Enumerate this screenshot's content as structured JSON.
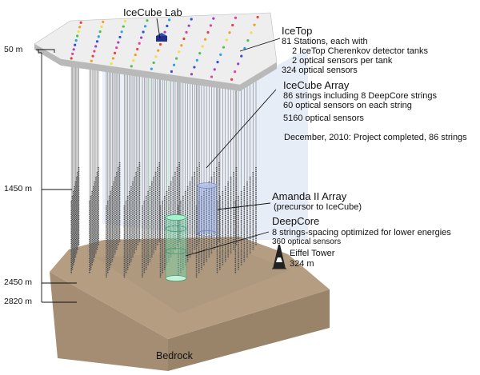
{
  "colors": {
    "ice_volume": "#d5e0f2",
    "surface_top": "#ededed",
    "surface_side": "#b9b9b9",
    "bedrock_top": "#b39b80",
    "bedrock_side": "#9f8a70",
    "string_color": "#555555",
    "deepcore_color": "#7fe0b0",
    "amanda_color": "#8a9fd8",
    "leader_line": "#111111"
  },
  "labels": {
    "icecube_lab": "IceCube Lab",
    "icetop_title": "IceTop",
    "icetop_lines": [
      "81 Stations, each with",
      "2 IceTop Cherenkov detector tanks",
      "2 optical sensors per tank",
      "324 optical sensors"
    ],
    "array_title": "IceCube Array",
    "array_lines": [
      "86 strings including 8 DeepCore strings",
      "60 optical sensors on each string",
      "5160 optical sensors"
    ],
    "completion_note": "December, 2010: Project completed, 86 strings",
    "amanda_title": "Amanda II Array",
    "amanda_sub": "(precursor to IceCube)",
    "deepcore_title": "DeepCore",
    "deepcore_lines": [
      "8 strings-spacing optimized for lower energies",
      "360 optical sensors"
    ],
    "eiffel_title": "Eiffel Tower",
    "eiffel_height": "324 m",
    "bedrock": "Bedrock"
  },
  "depths": [
    "50 m",
    "1450 m",
    "2450 m",
    "2820 m"
  ]
}
